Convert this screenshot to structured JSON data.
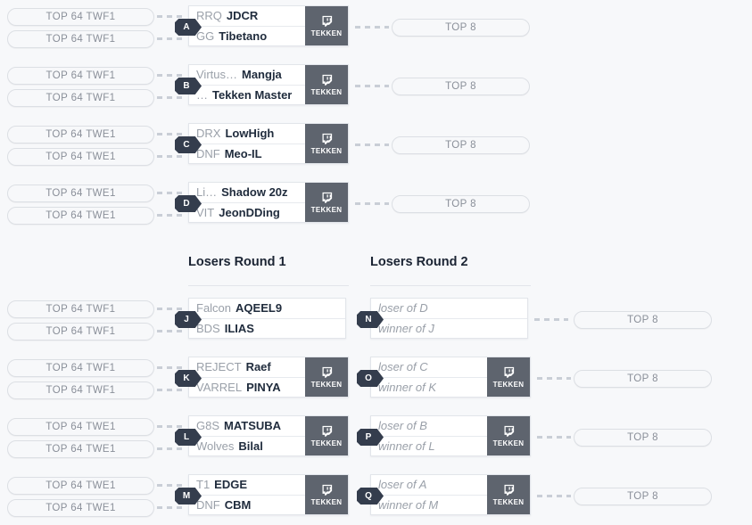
{
  "meta": {
    "accent_dark": "#343d4d",
    "station_bg": "#5e646e",
    "pill_text": "#8a8f99",
    "player_text": "#202c3d",
    "page_bg": "#f7f8fa"
  },
  "labels": {
    "top8": "TOP 8",
    "station_name": "TEKKEN",
    "station_icon": "twitch-icon"
  },
  "rounds": [
    {
      "title": "Losers Round 1"
    },
    {
      "title": "Losers Round 2"
    }
  ],
  "winners_matches": [
    {
      "badge": "A",
      "seeds": [
        "TOP 64 TWF1",
        "TOP 64 TWF1"
      ],
      "slots": [
        {
          "team": "RRQ",
          "player": "JDCR",
          "placeholder": false
        },
        {
          "team": "GG",
          "player": "Tibetano",
          "placeholder": false
        }
      ],
      "station": true,
      "advance": "TOP 8"
    },
    {
      "badge": "B",
      "seeds": [
        "TOP 64 TWF1",
        "TOP 64 TWF1"
      ],
      "slots": [
        {
          "team": "Virtus…",
          "player": "Mangja",
          "placeholder": false
        },
        {
          "team": "…",
          "player": "Tekken Master",
          "placeholder": false
        }
      ],
      "station": true,
      "advance": "TOP 8"
    },
    {
      "badge": "C",
      "seeds": [
        "TOP 64 TWE1",
        "TOP 64 TWE1"
      ],
      "slots": [
        {
          "team": "DRX",
          "player": "LowHigh",
          "placeholder": false
        },
        {
          "team": "DNF",
          "player": "Meo-IL",
          "placeholder": false
        }
      ],
      "station": true,
      "advance": "TOP 8"
    },
    {
      "badge": "D",
      "seeds": [
        "TOP 64 TWE1",
        "TOP 64 TWE1"
      ],
      "slots": [
        {
          "team": "Li…",
          "player": "Shadow 20z",
          "placeholder": false
        },
        {
          "team": "VIT",
          "player": "JeonDDing",
          "placeholder": false
        }
      ],
      "station": true,
      "advance": "TOP 8"
    }
  ],
  "losers_round1": [
    {
      "badge": "J",
      "seeds": [
        "TOP 64 TWF1",
        "TOP 64 TWF1"
      ],
      "slots": [
        {
          "team": "Falcon",
          "player": "AQEEL9",
          "placeholder": false
        },
        {
          "team": "BDS",
          "player": "ILIAS",
          "placeholder": false
        }
      ],
      "station": false
    },
    {
      "badge": "K",
      "seeds": [
        "TOP 64 TWF1",
        "TOP 64 TWF1"
      ],
      "slots": [
        {
          "team": "REJECT",
          "player": "Raef",
          "placeholder": false
        },
        {
          "team": "VARREL",
          "player": "PINYA",
          "placeholder": false
        }
      ],
      "station": true
    },
    {
      "badge": "L",
      "seeds": [
        "TOP 64 TWE1",
        "TOP 64 TWE1"
      ],
      "slots": [
        {
          "team": "G8S",
          "player": "MATSUBA",
          "placeholder": false
        },
        {
          "team": "Wolves",
          "player": "Bilal",
          "placeholder": false
        }
      ],
      "station": true
    },
    {
      "badge": "M",
      "seeds": [
        "TOP 64 TWE1",
        "TOP 64 TWE1"
      ],
      "slots": [
        {
          "team": "T1",
          "player": "EDGE",
          "placeholder": false
        },
        {
          "team": "DNF",
          "player": "CBM",
          "placeholder": false
        }
      ],
      "station": true
    }
  ],
  "losers_round2": [
    {
      "badge": "N",
      "slots": [
        {
          "team": "",
          "player": "loser of D",
          "placeholder": true
        },
        {
          "team": "",
          "player": "winner of J",
          "placeholder": true
        }
      ],
      "station": false,
      "advance": "TOP 8"
    },
    {
      "badge": "O",
      "slots": [
        {
          "team": "",
          "player": "loser of C",
          "placeholder": true
        },
        {
          "team": "",
          "player": "winner of K",
          "placeholder": true
        }
      ],
      "station": true,
      "advance": "TOP 8"
    },
    {
      "badge": "P",
      "slots": [
        {
          "team": "",
          "player": "loser of B",
          "placeholder": true
        },
        {
          "team": "",
          "player": "winner of L",
          "placeholder": true
        }
      ],
      "station": true,
      "advance": "TOP 8"
    },
    {
      "badge": "Q",
      "slots": [
        {
          "team": "",
          "player": "loser of A",
          "placeholder": true
        },
        {
          "team": "",
          "player": "winner of M",
          "placeholder": true
        }
      ],
      "station": true,
      "advance": "TOP 8"
    }
  ]
}
